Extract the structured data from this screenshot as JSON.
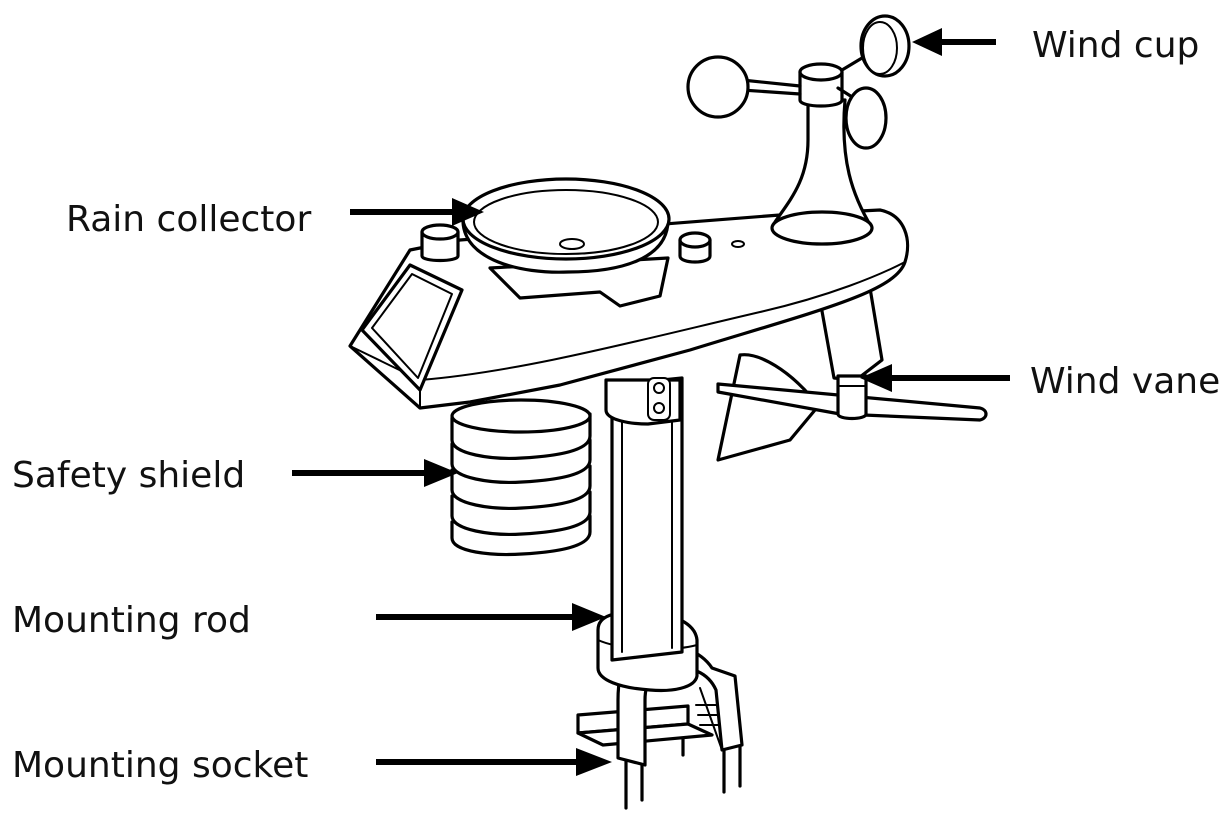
{
  "diagram": {
    "labels": {
      "wind_cup": "Wind cup",
      "rain_collector": "Rain collector",
      "wind_vane": "Wind vane",
      "safety_shield": "Safety shield",
      "mounting_rod": "Mounting rod",
      "mounting_socket": "Mounting socket"
    }
  }
}
